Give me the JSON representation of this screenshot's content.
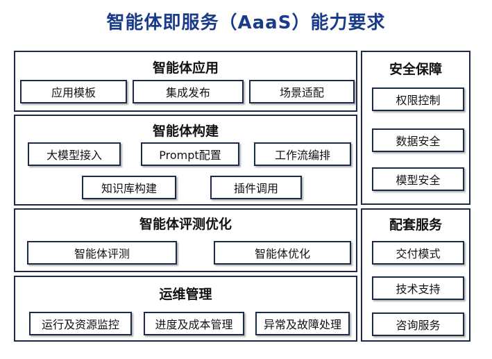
{
  "title": "智能体即服务（AaaS）能力要求",
  "sections": {
    "app": {
      "title": "智能体应用",
      "items": [
        "应用模板",
        "集成发布",
        "场景适配"
      ]
    },
    "build": {
      "title": "智能体构建",
      "items": [
        "大模型接入",
        "Prompt配置",
        "工作流编排",
        "知识库构建",
        "插件调用"
      ]
    },
    "eval": {
      "title": "智能体评测优化",
      "items": [
        "智能体评测",
        "智能体优化"
      ]
    },
    "ops": {
      "title": "运维管理",
      "items": [
        "运行及资源监控",
        "进度及成本管理",
        "异常及故障处理"
      ]
    },
    "security": {
      "title": "安全保障",
      "items": [
        "权限控制",
        "数据安全",
        "模型安全"
      ]
    },
    "services": {
      "title": "配套服务",
      "items": [
        "交付模式",
        "技术支持",
        "咨询服务"
      ]
    }
  }
}
